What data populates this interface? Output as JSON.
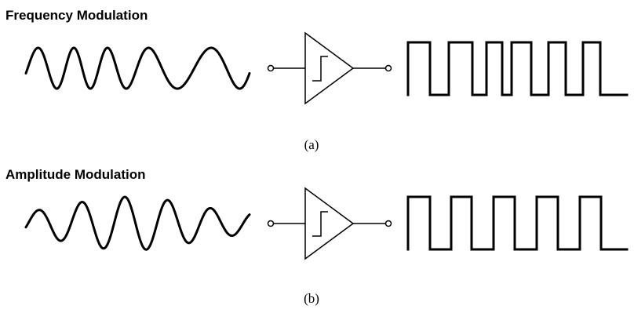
{
  "panels": [
    {
      "heading": "Frequency Modulation",
      "caption": "(a)"
    },
    {
      "heading": "Amplitude Modulation",
      "caption": "(b)"
    }
  ],
  "colors": {
    "stroke": "#000000",
    "background": "#ffffff"
  },
  "icons": {
    "comparator": "schmitt-trigger-buffer-icon",
    "terminal": "circle-terminal-icon"
  }
}
